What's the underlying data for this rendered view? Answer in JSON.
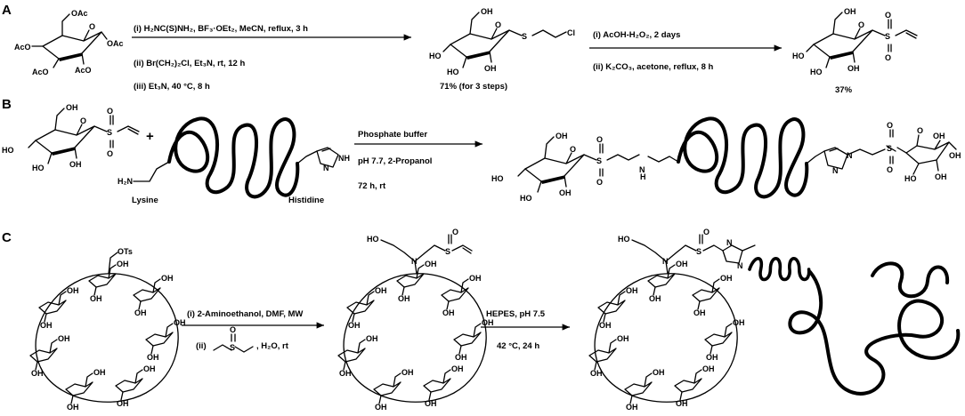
{
  "panels": {
    "a": {
      "label": "A",
      "step1": [
        "(i) H₂NC(S)NH₂, BF₃·OEt₂, MeCN, reflux, 3 h",
        "(ii) Br(CH₂)₂Cl, Et₃N, rt, 12 h",
        "(iii) Et₃N, 40 °C, 8 h"
      ],
      "yield1": "71% (for 3 steps)",
      "step2": [
        "(i) AcOH-H₂O₂, 2 days",
        "(ii) K₂CO₃, acetone, reflux, 8 h"
      ],
      "yield2": "37%"
    },
    "b": {
      "label": "B",
      "lysine": "Lysine",
      "histidine": "Histidine",
      "conditions": [
        "Phosphate buffer",
        "pH 7.7, 2-Propanol",
        "72 h, rt"
      ],
      "plus": "+"
    },
    "c": {
      "label": "C",
      "step1": [
        "(i) 2-Aminoethanol, DMF, MW",
        "(ii)",
        ", H₂O, rt"
      ],
      "step2": [
        "HEPES, pH 7.5",
        "42 °C, 24 h"
      ],
      "tosyl": "OTs"
    }
  },
  "atoms": {
    "OAc": "OAc",
    "AcO": "AcO",
    "OH": "OH",
    "HO": "HO",
    "O": "O",
    "S": "S",
    "Cl": "Cl",
    "N": "N",
    "H": "H",
    "H2N": "H₂N",
    "NH": "NH"
  }
}
